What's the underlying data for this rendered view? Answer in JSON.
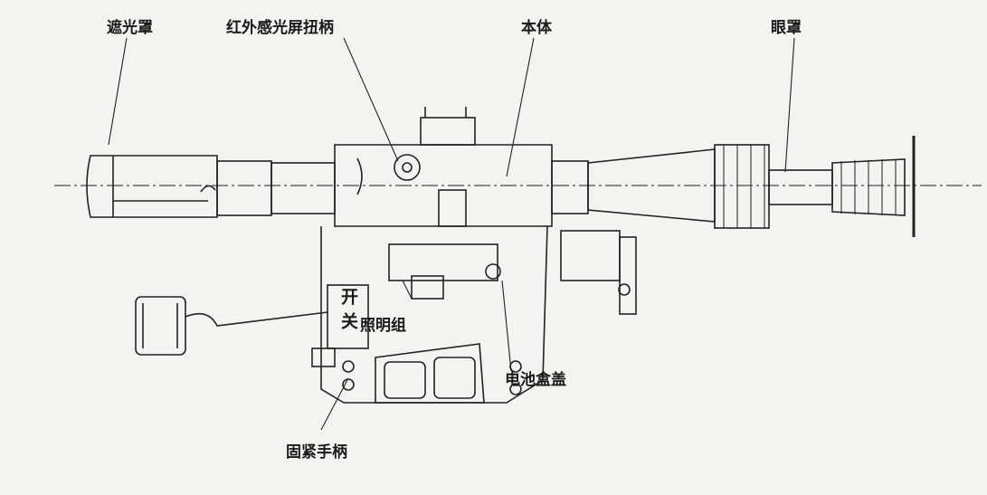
{
  "labels": {
    "lens_hood": "遮光罩",
    "ir_screen_knob": "红外感光屏扭柄",
    "body": "本体",
    "eyecup": "眼罩",
    "switch": "开关",
    "illumination_group": "照明组",
    "battery_cover": "电池盒盖",
    "clamp_handle": "固紧手柄"
  }
}
